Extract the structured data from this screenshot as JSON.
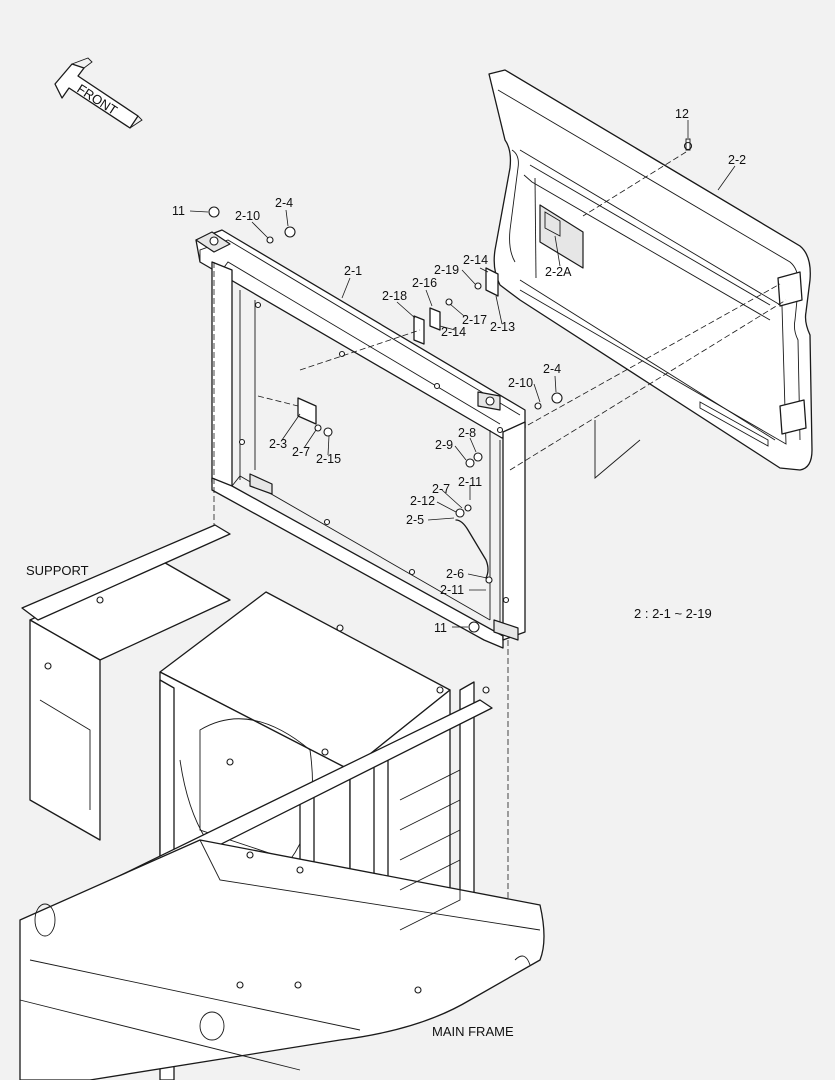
{
  "labels": {
    "front": "FRONT",
    "support": "SUPPORT",
    "main_frame": "MAIN FRAME",
    "legend": "2 : 2-1 ~ 2-19"
  },
  "part_numbers": {
    "p12": "12",
    "p2_2": "2-2",
    "p2_2a": "2-2A",
    "p11_top": "11",
    "p2_10_top": "2-10",
    "p2_4_top": "2-4",
    "p2_1": "2-1",
    "p2_19": "2-19",
    "p2_14_top": "2-14",
    "p2_16": "2-16",
    "p2_18": "2-18",
    "p2_17": "2-17",
    "p2_14_mid": "2-14",
    "p2_13": "2-13",
    "p2_10_mid": "2-10",
    "p2_4_mid": "2-4",
    "p2_3": "2-3",
    "p2_7_left": "2-7",
    "p2_15": "2-15",
    "p2_8": "2-8",
    "p2_9": "2-9",
    "p2_7_right": "2-7",
    "p2_11_top": "2-11",
    "p2_12": "2-12",
    "p2_5": "2-5",
    "p2_6": "2-6",
    "p2_11_bottom": "2-11",
    "p11_bottom": "11"
  }
}
